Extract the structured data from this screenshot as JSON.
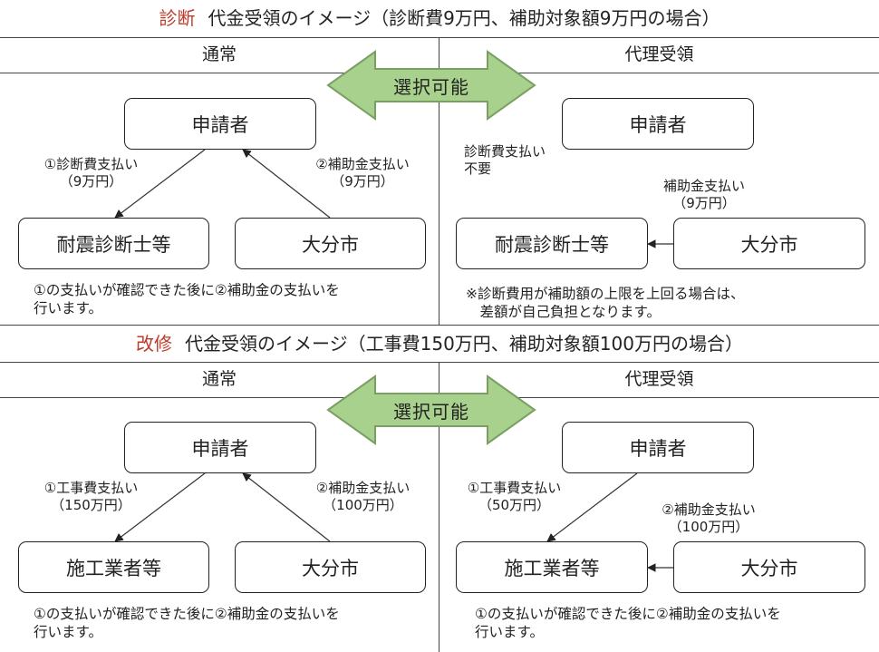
{
  "sections": [
    {
      "tag": "診断",
      "title": "代金受領のイメージ（診断費9万円、補助対象額9万円の場合）",
      "col_left": "通常",
      "col_right": "代理受領",
      "badge": "選択可能",
      "left": {
        "applicant": "申請者",
        "contractor": "耐震診断士等",
        "city": "大分市",
        "edge1": "①診断費支払い\n（9万円）",
        "edge2": "②補助金支払い\n（9万円）",
        "note": "①の支払いが確認できた後に②補助金の支払いを\n行います。"
      },
      "right": {
        "applicant": "申請者",
        "contractor": "耐震診断士等",
        "city": "大分市",
        "edge_a": "診断費支払い\n不要",
        "edge_b": "補助金支払い\n（9万円）",
        "note": "※診断費用が補助額の上限を上回る場合は、\n　差額が自己負担となります。"
      }
    },
    {
      "tag": "改修",
      "title": "代金受領のイメージ（工事費150万円、補助対象額100万円の場合）",
      "col_left": "通常",
      "col_right": "代理受領",
      "badge": "選択可能",
      "left": {
        "applicant": "申請者",
        "contractor": "施工業者等",
        "city": "大分市",
        "edge1": "①工事費支払い\n（150万円）",
        "edge2": "②補助金支払い\n（100万円）",
        "note": "①の支払いが確認できた後に②補助金の支払いを\n行います。"
      },
      "right": {
        "applicant": "申請者",
        "contractor": "施工業者等",
        "city": "大分市",
        "edge_a": "①工事費支払い\n（50万円）",
        "edge_b": "②補助金支払い\n（100万円）",
        "note": "①の支払いが確認できた後に②補助金の支払いを\n行います。"
      }
    }
  ],
  "colors": {
    "badge_fill": "#a9d18e",
    "badge_stroke": "#7a9f63",
    "tag": "#c0392b"
  }
}
